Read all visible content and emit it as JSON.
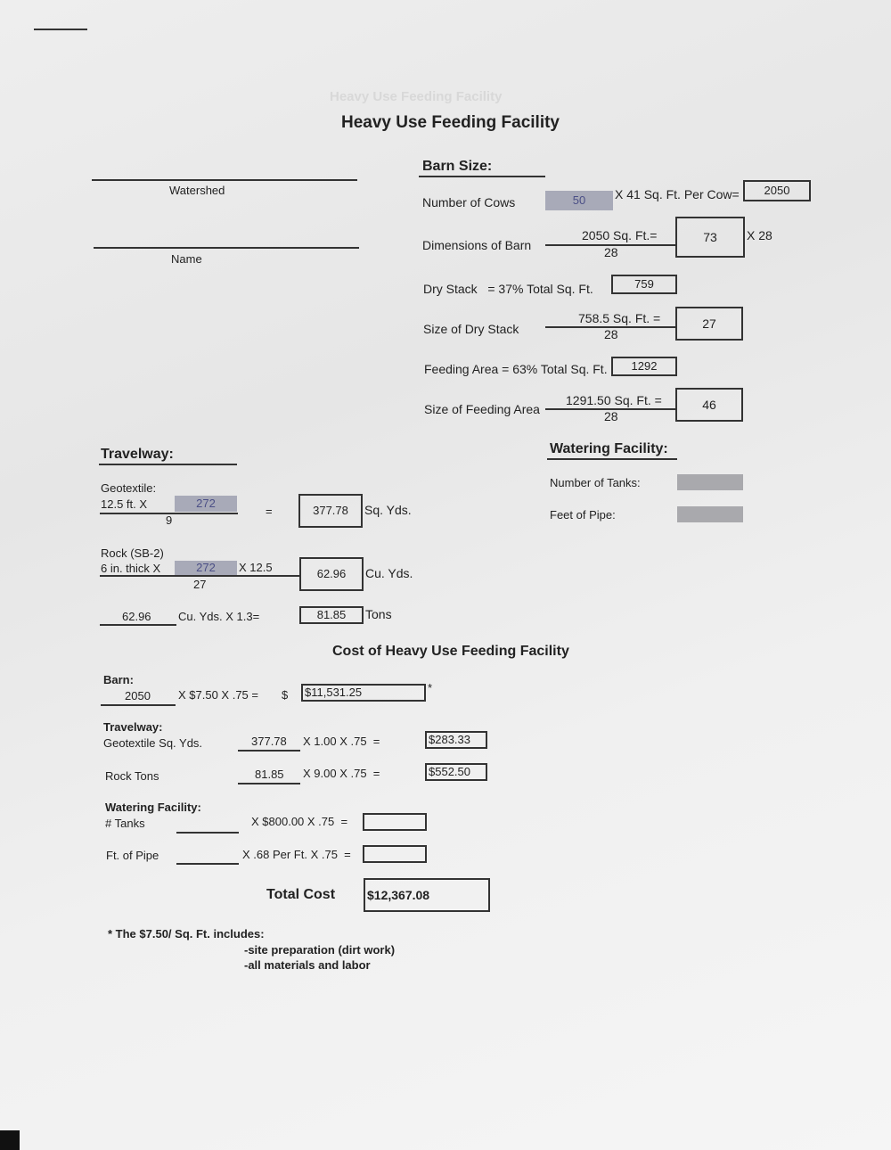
{
  "title": "Heavy Use Feeding Facility",
  "left_fields": {
    "watershed_label": "Watershed",
    "name_label": "Name"
  },
  "barn": {
    "heading": "Barn Size:",
    "cows_label": "Number of Cows",
    "cows_value": "50",
    "cows_mult": "X 41 Sq. Ft. Per Cow=",
    "total_sqft": "2050",
    "dims_label": "Dimensions of Barn",
    "dims_num": "2050 Sq. Ft.=",
    "dims_den": "28",
    "dims_result": "73",
    "dims_x": "X 28",
    "drystack_label": "Dry Stack   = 37% Total Sq. Ft.",
    "drystack_value": "759",
    "drystack_size_label": "Size of Dry Stack",
    "drystack_num": "758.5 Sq. Ft. =",
    "drystack_den": "28",
    "drystack_result": "27",
    "feeding_label": "Feeding Area = 63% Total Sq. Ft.",
    "feeding_value": "1292",
    "feeding_size_label": "Size of Feeding Area",
    "feeding_num": "1291.50 Sq. Ft. =",
    "feeding_den": "28",
    "feeding_result": "46"
  },
  "travelway": {
    "heading": "Travelway:",
    "geo_label": "Geotextile:",
    "geo_width": "12.5 ft. X",
    "geo_length": "272",
    "geo_den": "9",
    "equals": "=",
    "geo_result": "377.78",
    "geo_unit": "Sq. Yds.",
    "rock_label": "Rock (SB-2)",
    "rock_thick": "6 in. thick X",
    "rock_length": "272",
    "rock_mult": "X 12.5",
    "rock_den": "27",
    "rock_result": "62.96",
    "rock_unit": "Cu. Yds.",
    "tons_input": "62.96",
    "tons_mult": "Cu. Yds. X 1.3=",
    "tons_result": "81.85",
    "tons_unit": "Tons"
  },
  "watering": {
    "heading": "Watering Facility:",
    "tanks_label": "Number of Tanks:",
    "pipe_label": "Feet of Pipe:"
  },
  "cost": {
    "heading": "Cost of Heavy Use Feeding Facility",
    "barn_label": "Barn:",
    "barn_sqft": "2050",
    "barn_mult": "X $7.50 X .75 =",
    "dollar": "$",
    "barn_total": "$11,531.25",
    "asterisk": "*",
    "travel_label": "Travelway:",
    "geo_label": "Geotextile Sq. Yds.",
    "geo_qty": "377.78",
    "geo_mult": "X 1.00 X .75  =",
    "geo_total": "$283.33",
    "rock_label": "Rock Tons",
    "rock_qty": "81.85",
    "rock_mult": "X 9.00 X .75  =",
    "rock_total": "$552.50",
    "water_label": "Watering Facility:",
    "tanks_label": "# Tanks",
    "tanks_mult": "X $800.00 X .75  =",
    "pipe_label": "Ft. of Pipe",
    "pipe_mult": "X .68 Per Ft. X .75  =",
    "total_label": "Total Cost",
    "total_value": "$12,367.08"
  },
  "notes": {
    "line1": "* The $7.50/ Sq. Ft. includes:",
    "line2": "-site preparation (dirt work)",
    "line3": "-all materials and labor"
  }
}
